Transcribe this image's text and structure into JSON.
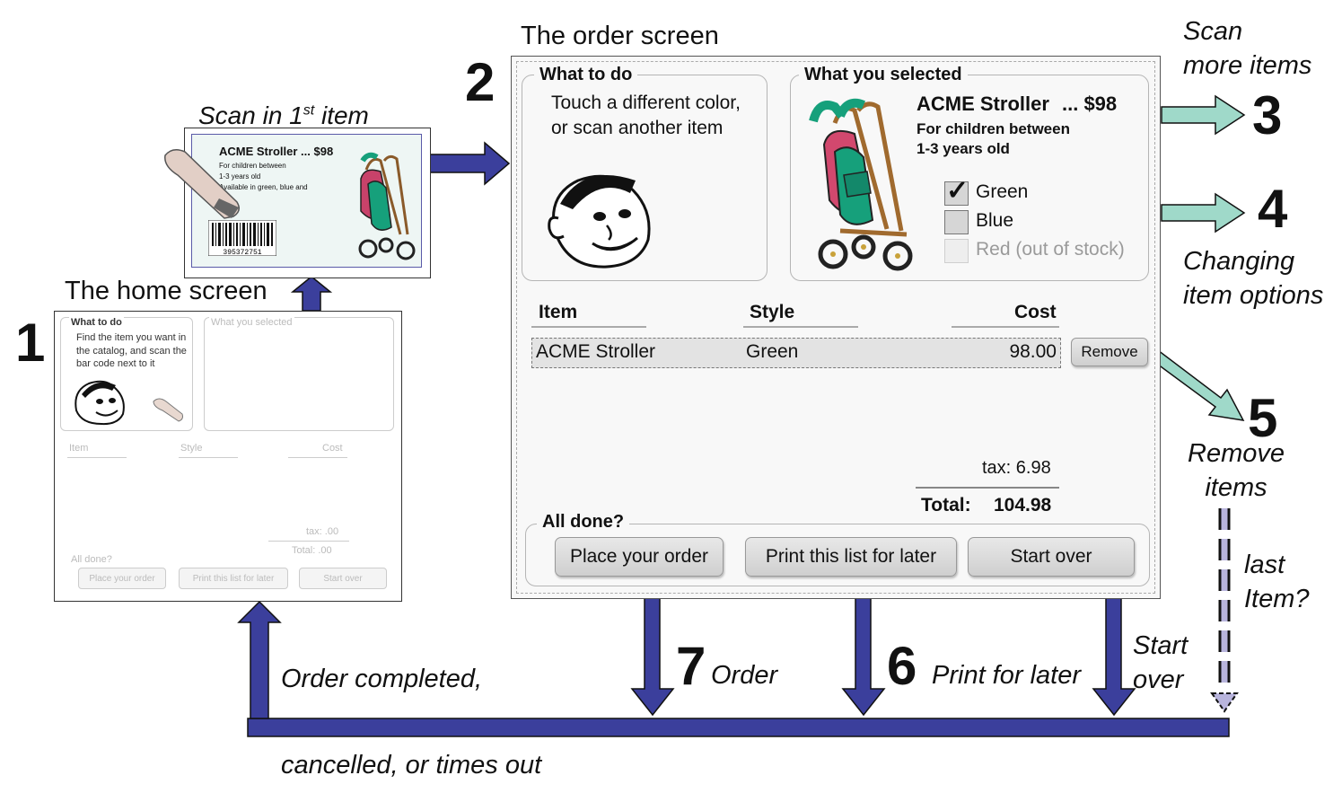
{
  "steps": {
    "s1": "1",
    "s2": "2",
    "s3": "3",
    "s4": "4",
    "s5": "5",
    "s6": "6",
    "s7": "7"
  },
  "labels": {
    "order_screen": "The order screen",
    "home_screen": "The home screen",
    "scan_first": "Scan in 1",
    "scan_first_sup": "st",
    "scan_first_tail": " item",
    "scan_more_1": "Scan",
    "scan_more_2": "more items",
    "changing_1": "Changing",
    "changing_2": "item options",
    "remove_1": "Remove",
    "remove_2": "items",
    "last_1": "last",
    "last_2": "Item?",
    "order": "Order",
    "print_later": "Print for later",
    "start_1": "Start",
    "start_2": "over",
    "completed_1": "Order completed,",
    "completed_2": "cancelled, or times out"
  },
  "order_screen": {
    "what_to_do": "What to do",
    "instructions": "Touch a different color, or scan another item",
    "what_you_selected": "What you selected",
    "product_name": "ACME Stroller",
    "product_price": "... $98",
    "product_desc_1": "For children between",
    "product_desc_2": "1-3 years old",
    "options": [
      {
        "label": "Green",
        "checked": true,
        "disabled": false
      },
      {
        "label": "Blue",
        "checked": false,
        "disabled": false
      },
      {
        "label": "Red (out of stock)",
        "checked": false,
        "disabled": true
      }
    ],
    "col_item": "Item",
    "col_style": "Style",
    "col_cost": "Cost",
    "row": {
      "item": "ACME Stroller",
      "style": "Green",
      "cost": "98.00"
    },
    "remove_btn": "Remove",
    "tax": "tax: 6.98",
    "total_label": "Total:",
    "total_value": "104.98",
    "all_done": "All done?",
    "btn_order": "Place your order",
    "btn_print": "Print this list for later",
    "btn_start": "Start over"
  },
  "home_screen": {
    "what_to_do": "What to do",
    "instructions": "Find the item you want in the catalog, and scan the bar code next to it",
    "what_you_selected": "What you selected",
    "col_item": "Item",
    "col_style": "Style",
    "col_cost": "Cost",
    "tax": "tax: .00",
    "total": "Total: .00",
    "all_done": "All done?",
    "btn_order": "Place your order",
    "btn_print": "Print this list for later",
    "btn_start": "Start over"
  },
  "scan_card": {
    "product": "ACME Stroller",
    "price": "... $98",
    "line1": "For children between",
    "line2": "1-3 years old",
    "line3": "Available in green, blue and",
    "barcode_num": "395372751"
  },
  "colors": {
    "flow_arrow": "#3b3f9c",
    "option_arrow": "#9fd9c9",
    "dashed": "#b8b4dc",
    "stroller_seat": "#16a07b"
  }
}
